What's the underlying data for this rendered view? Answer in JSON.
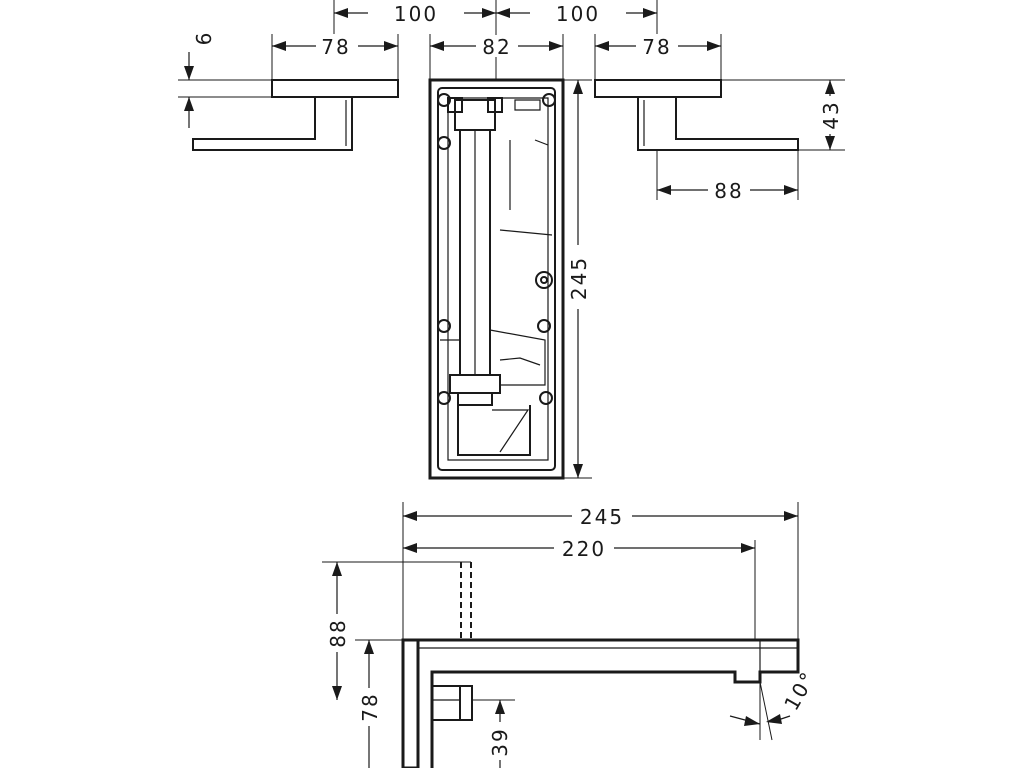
{
  "dimensions": {
    "top_left_spacing": "100",
    "top_right_spacing": "100",
    "left_handle_width": "78",
    "body_width": "82",
    "right_handle_width": "78",
    "left_handle_thickness": "9",
    "right_handle_height": "43",
    "right_lever_length": "88",
    "body_height": "245",
    "spout_total_length": "245",
    "spout_outlet_length": "220",
    "side_total_height": "88",
    "side_plate_height": "78",
    "side_connector_height": "39",
    "outlet_angle": "10°"
  }
}
